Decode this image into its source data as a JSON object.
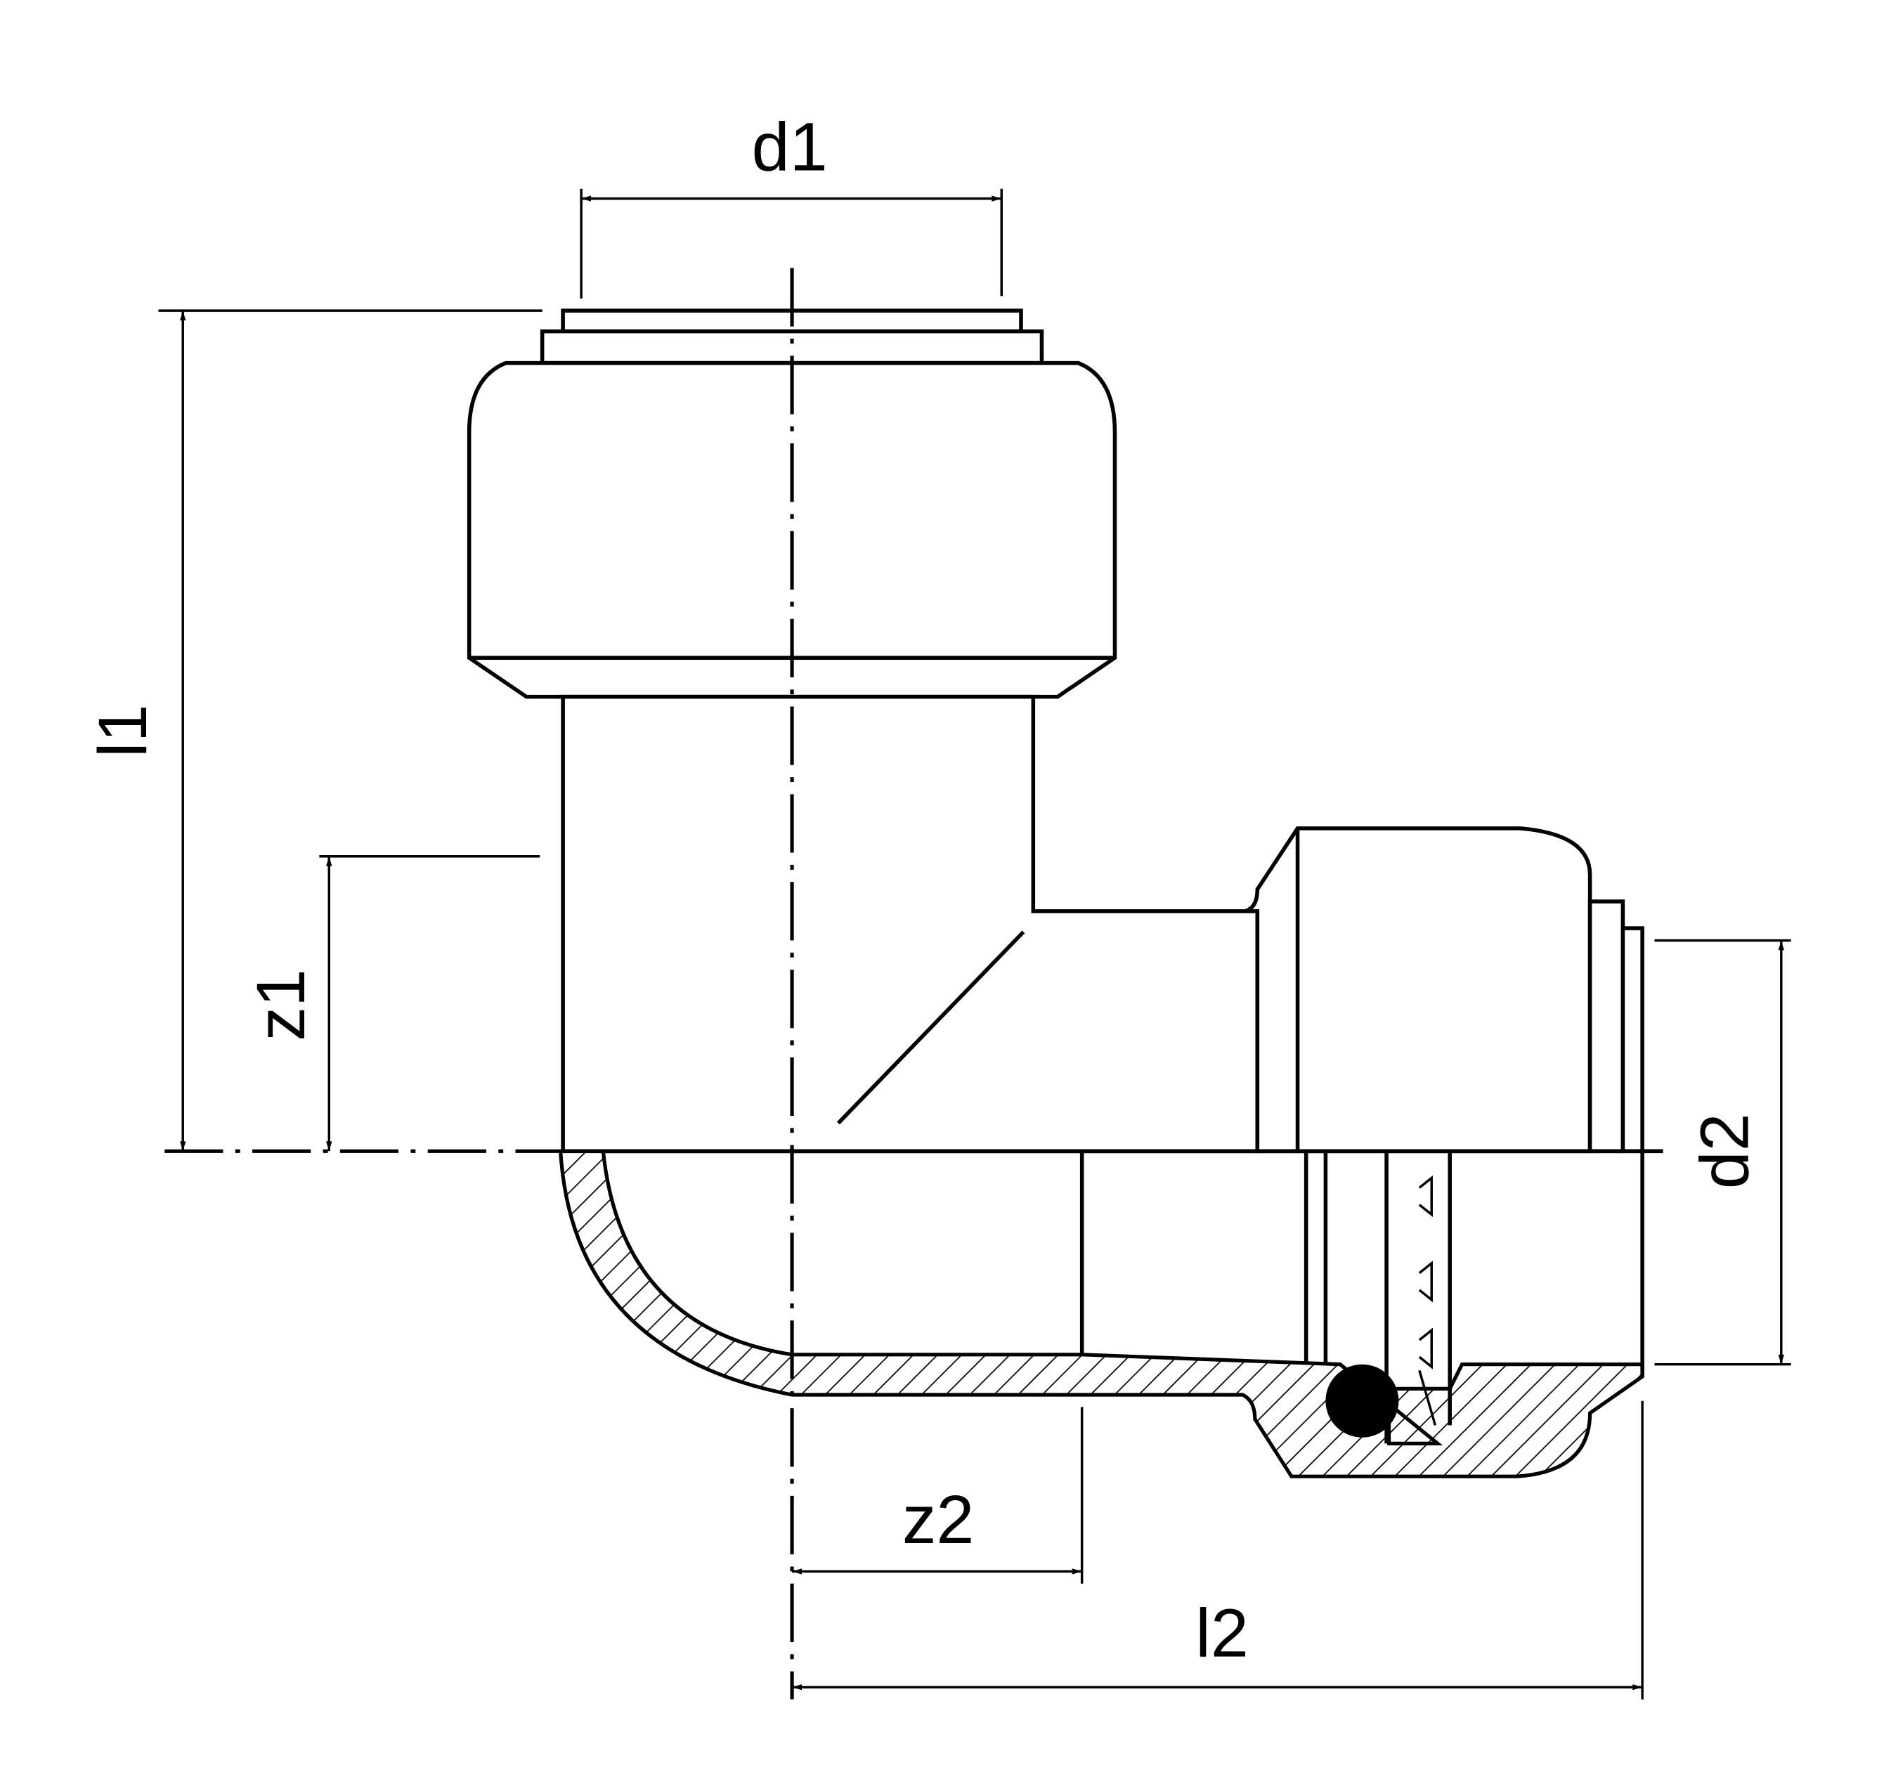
{
  "drawing": {
    "title": "90° elbow push-fit fitting dimension drawing",
    "labels": {
      "d1": "d1",
      "l1": "l1",
      "z1": "z1",
      "d2": "d2",
      "z2": "z2",
      "l2": "l2"
    }
  }
}
